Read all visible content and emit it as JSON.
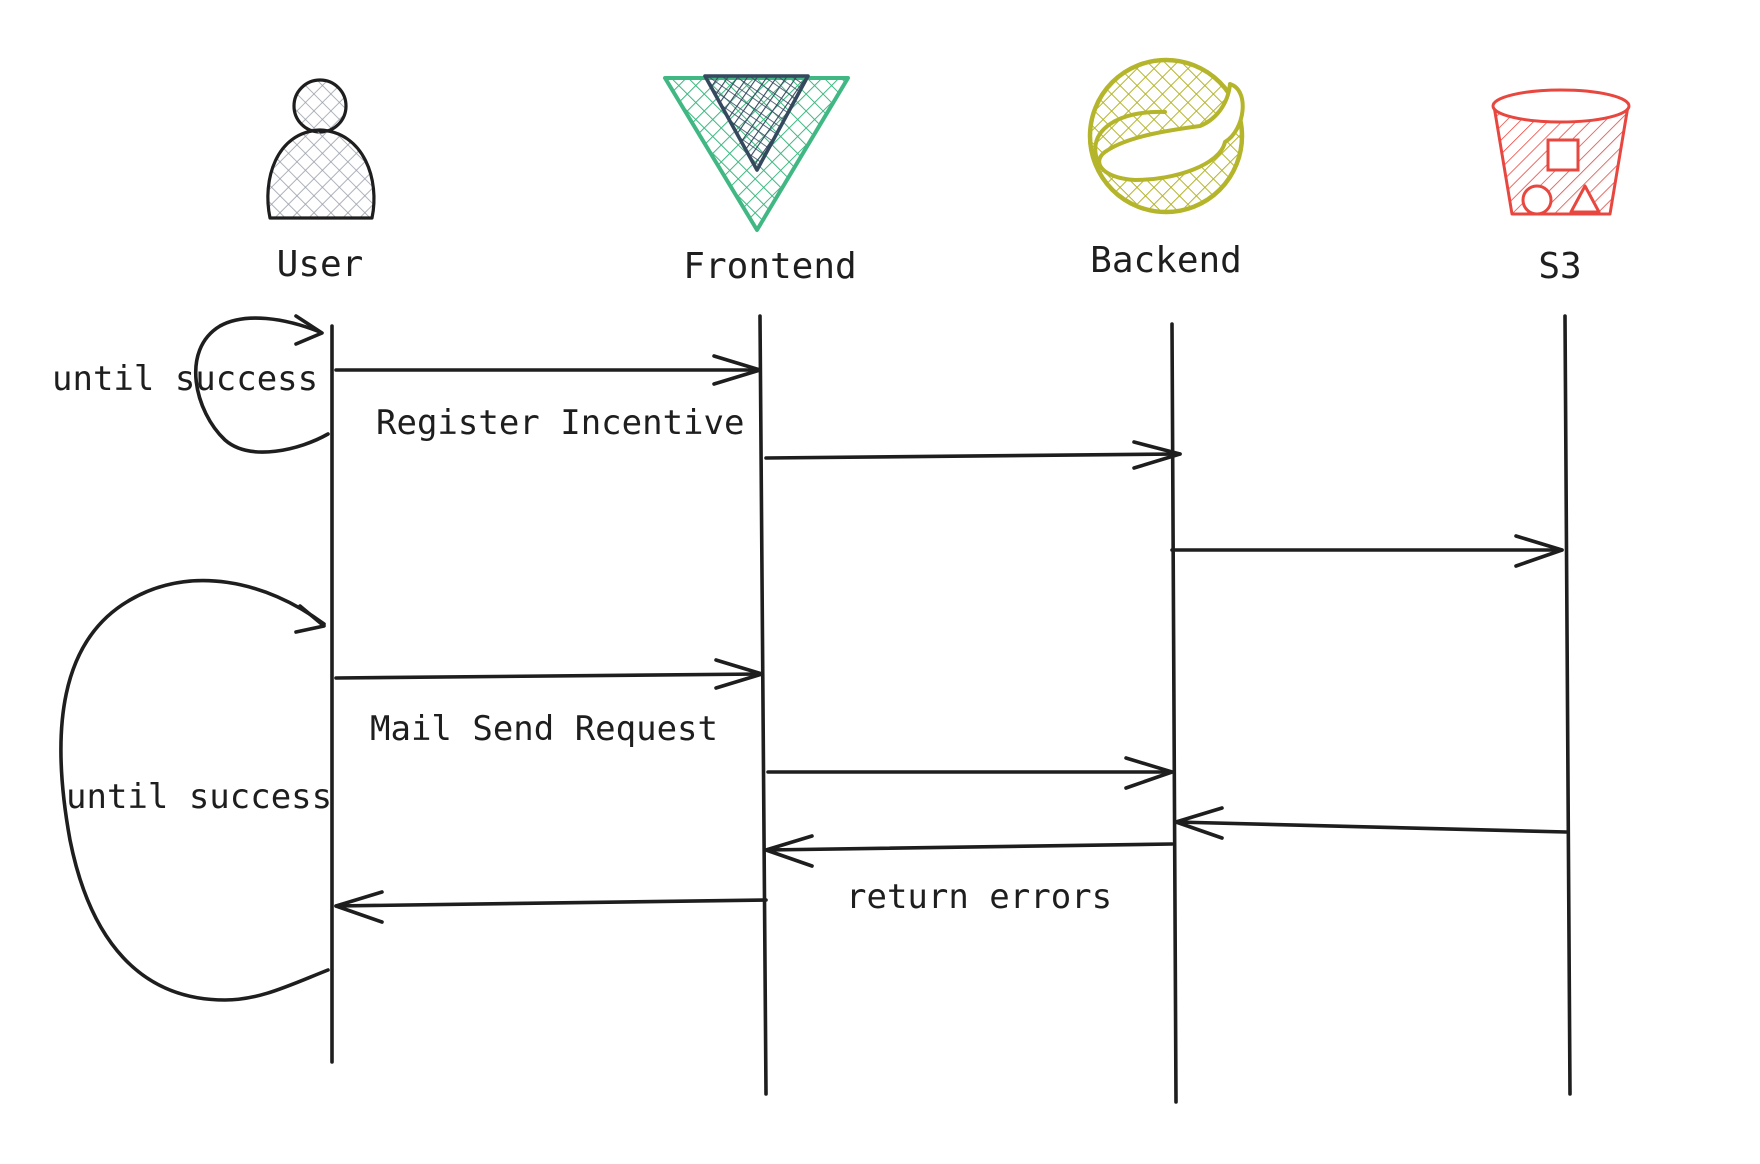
{
  "participants": [
    {
      "id": "user",
      "label": "User",
      "icon": "user-icon",
      "color": "#1e1e1e"
    },
    {
      "id": "frontend",
      "label": "Frontend",
      "icon": "vue-logo-icon",
      "color": "#41b883"
    },
    {
      "id": "backend",
      "label": "Backend",
      "icon": "spring-logo-icon",
      "color": "#b5b52c"
    },
    {
      "id": "s3",
      "label": "S3",
      "icon": "bucket-icon",
      "color": "#e8473f"
    }
  ],
  "messages": [
    {
      "label": "Register Incentive"
    },
    {
      "label": "Mail Send Request"
    },
    {
      "label": "return errors"
    }
  ],
  "loops": [
    {
      "label": "until success"
    },
    {
      "label": "until success"
    }
  ]
}
